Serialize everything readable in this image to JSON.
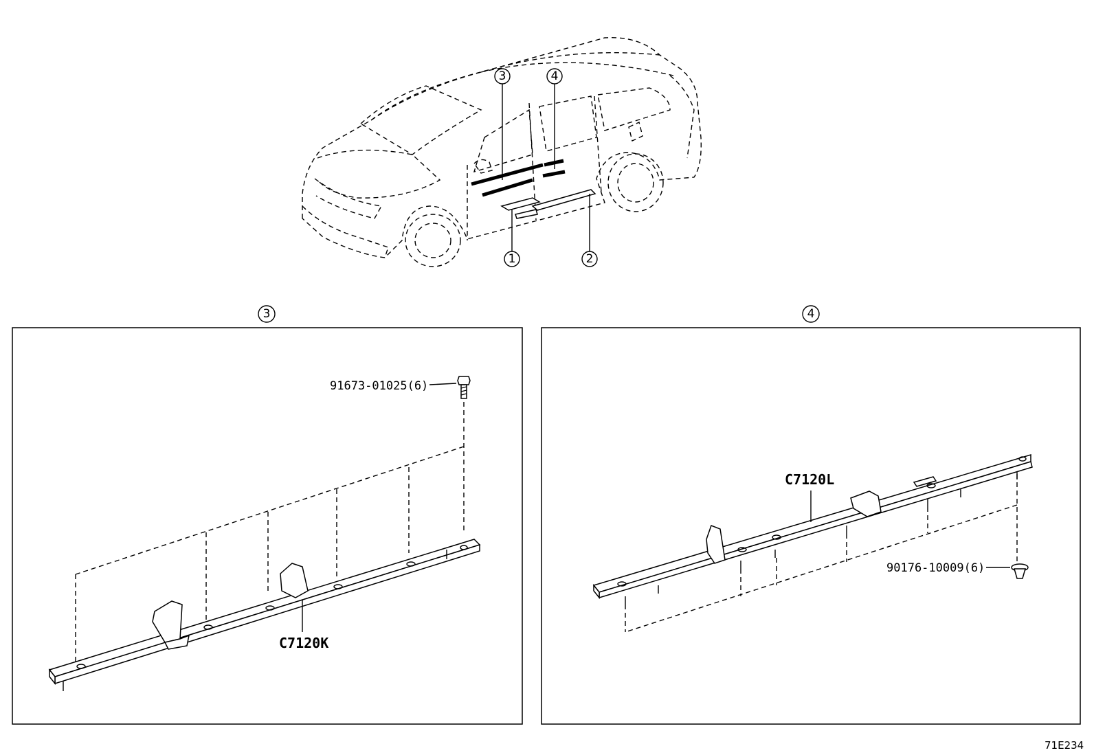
{
  "overview": {
    "callouts": [
      "3",
      "4",
      "1",
      "2"
    ]
  },
  "panel_left": {
    "header_callout": "3",
    "fastener_label": "91673-01025(6)",
    "part_code": "C7120K"
  },
  "panel_right": {
    "header_callout": "4",
    "fastener_label": "90176-10009(6)",
    "part_code": "C7120L"
  },
  "figure_id": "71E234"
}
